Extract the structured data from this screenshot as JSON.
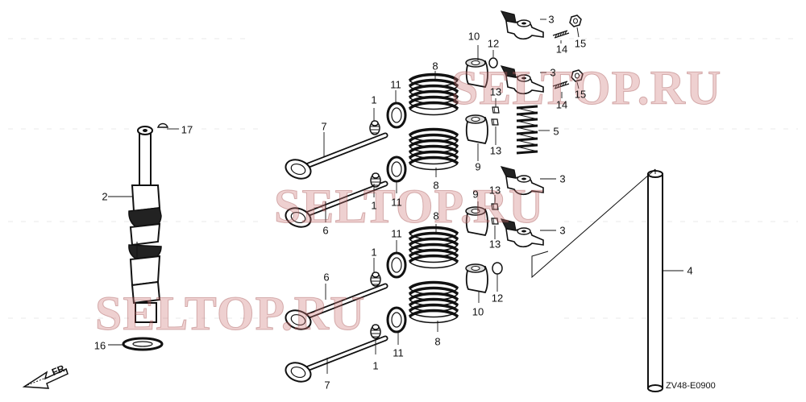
{
  "diagram": {
    "drawing_code": "ZV48-E0900",
    "front_label": "FR.",
    "watermark_text": "SELTOP.RU",
    "watermark_color": "#cd7878",
    "callouts": {
      "c1a": "1",
      "c1b": "1",
      "c1c": "1",
      "c1d": "1",
      "c2": "2",
      "c3a": "3",
      "c3b": "3",
      "c3c": "3",
      "c3d": "3",
      "c4": "4",
      "c5": "5",
      "c6a": "6",
      "c6b": "6",
      "c7a": "7",
      "c7b": "7",
      "c8a": "8",
      "c8b": "8",
      "c8c": "8",
      "c8d": "8",
      "c9a": "9",
      "c9b": "9",
      "c10a": "10",
      "c10b": "10",
      "c11a": "11",
      "c11b": "11",
      "c11c": "11",
      "c11d": "11",
      "c12a": "12",
      "c12b": "12",
      "c13a": "13",
      "c13b": "13",
      "c13c": "13",
      "c13d": "13",
      "c14a": "14",
      "c14b": "14",
      "c15a": "15",
      "c15b": "15",
      "c16": "16",
      "c17": "17"
    }
  }
}
